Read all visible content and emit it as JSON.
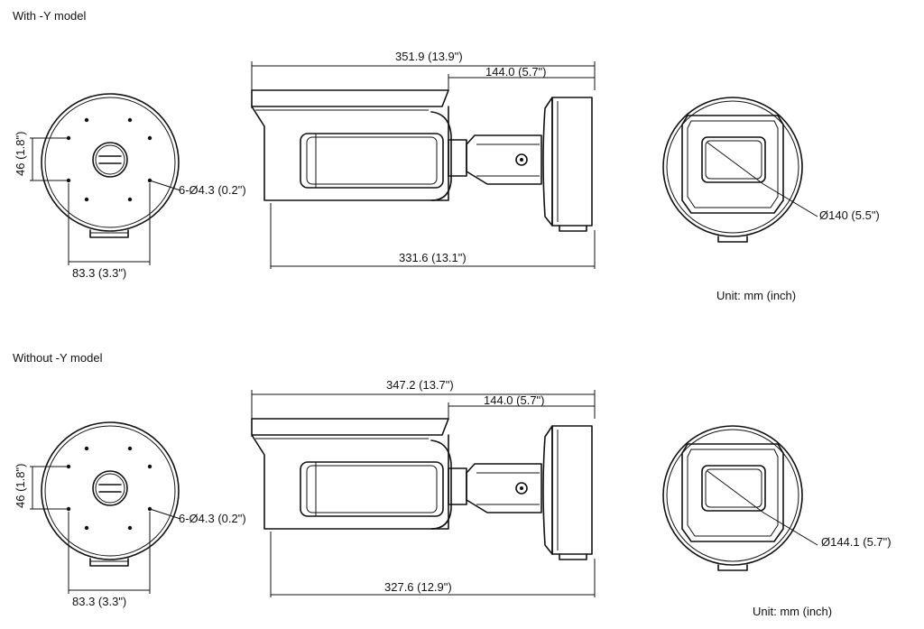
{
  "top": {
    "title": "With -Y model",
    "front_height": "46 (1.8\")",
    "front_width": "83.3 (3.3\")",
    "holes": "6-Ø4.3 (0.2\")",
    "overall_length": "351.9 (13.9\")",
    "head_length": "144.0 (5.7\")",
    "base_length": "331.6 (13.1\")",
    "lens_diameter": "Ø140 (5.5\")",
    "unit": "Unit: mm (inch)"
  },
  "bottom": {
    "title": "Without -Y model",
    "front_height": "46 (1.8\")",
    "front_width": "83.3 (3.3\")",
    "holes": "6-Ø4.3 (0.2\")",
    "overall_length": "347.2 (13.7\")",
    "head_length": "144.0 (5.7\")",
    "base_length": "327.6 (12.9\")",
    "lens_diameter": "Ø144.1 (5.7\")",
    "unit": "Unit: mm (inch)"
  }
}
